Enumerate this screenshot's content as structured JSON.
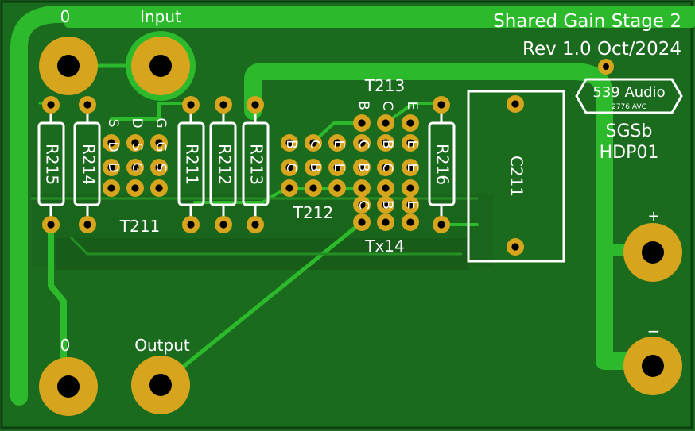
{
  "board": {
    "title": "Shared Gain Stage 2",
    "revision": "Rev 1.0 Oct/2024",
    "logo_text": "539 Audio",
    "logo_sub": "2776 AVC",
    "code_line1": "SGSb",
    "code_line2": "HDP01"
  },
  "connectors": {
    "input_gnd": "0",
    "input": "Input",
    "output_gnd": "0",
    "output": "Output",
    "plus": "+",
    "minus": "−"
  },
  "resistors": [
    "R215",
    "R214",
    "R211",
    "R212",
    "R213",
    "R216"
  ],
  "capacitor": "C211",
  "transistors": {
    "t211": "T211",
    "t211_cols": [
      [
        "S",
        "D",
        "D"
      ],
      [
        "D",
        "S",
        "G"
      ],
      [
        "G",
        "G",
        "S"
      ]
    ],
    "t212": "T212",
    "t212_cols": [
      [
        "B",
        "C"
      ],
      [
        "C",
        "B"
      ],
      [
        "E",
        "E"
      ]
    ],
    "t213": "T213",
    "t213_cols": [
      [
        "B",
        "C",
        "B",
        "C"
      ],
      [
        "C",
        "B",
        "C",
        "B"
      ],
      [
        "E",
        "E",
        "E",
        "E"
      ]
    ],
    "tx14": "Tx14"
  },
  "colors": {
    "board_green": "#1c6e1f",
    "copper_pour": "#1f8a22",
    "trace": "#2dbd2d",
    "pad_gold": "#d6a41d",
    "hole_black": "#000000",
    "silkscreen": "#ffffff"
  }
}
